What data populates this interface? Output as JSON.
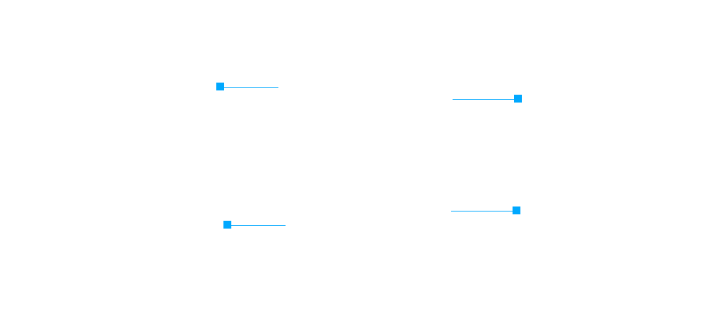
{
  "theme": {
    "background": "#ffffff",
    "accent": "#00a8ff"
  },
  "callouts": [
    {
      "handle_side": "left"
    },
    {
      "handle_side": "right"
    },
    {
      "handle_side": "right"
    },
    {
      "handle_side": "left"
    }
  ]
}
